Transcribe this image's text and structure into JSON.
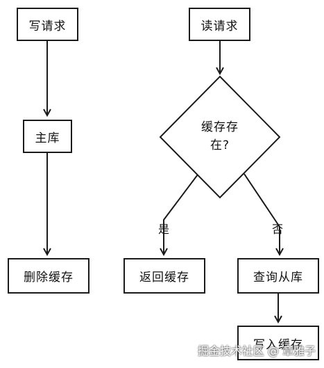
{
  "nodes": {
    "write_request": "写请求",
    "master_db": "主库",
    "delete_cache": "删除缓存",
    "read_request": "读请求",
    "cache_exists_line1": "缓存存",
    "cache_exists_line2": "在?",
    "return_cache": "返回缓存",
    "query_db": "查询从库",
    "write_cache": "写入缓存"
  },
  "edges": {
    "yes_label": "是",
    "no_label": "否"
  },
  "watermark": "掘金技术社区 @ 章雅子"
}
